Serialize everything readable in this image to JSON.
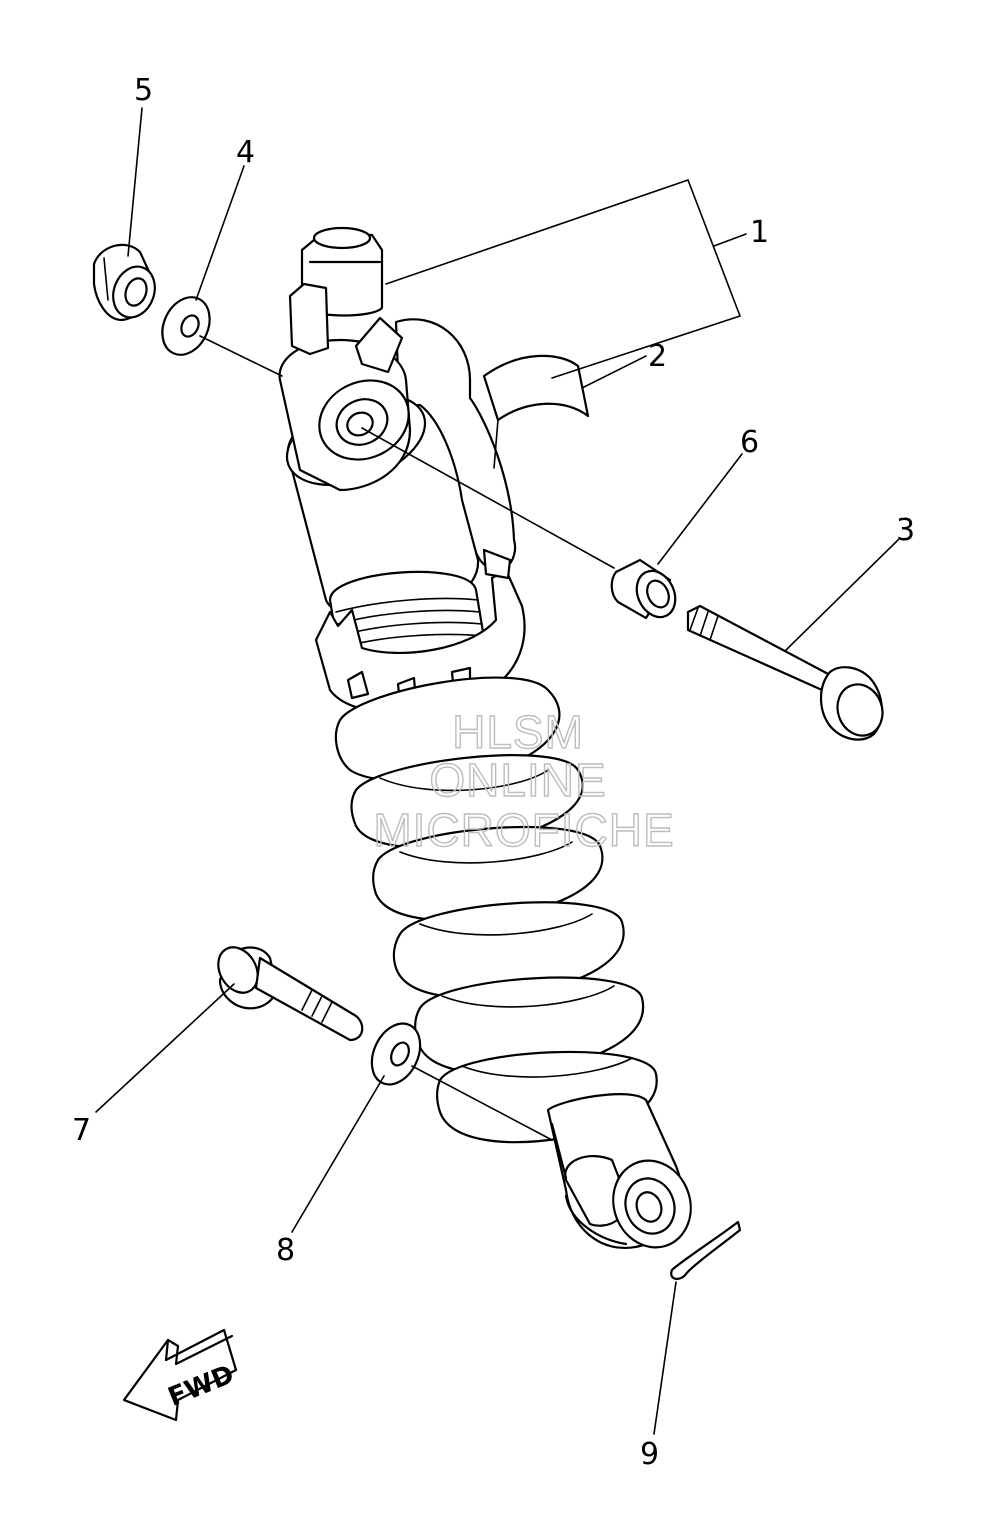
{
  "callouts": [
    {
      "id": "1",
      "text": "1"
    },
    {
      "id": "2",
      "text": "2"
    },
    {
      "id": "3",
      "text": "3"
    },
    {
      "id": "4",
      "text": "4"
    },
    {
      "id": "5",
      "text": "5"
    },
    {
      "id": "6",
      "text": "6"
    },
    {
      "id": "7",
      "text": "7"
    },
    {
      "id": "8",
      "text": "8"
    },
    {
      "id": "9",
      "text": "9"
    }
  ],
  "watermark": {
    "line1": "HLSM",
    "line2": "ONLINE",
    "line3": "MICROFICHE"
  },
  "direction_arrow": {
    "label": "FWD"
  },
  "colors": {
    "line": "#000000",
    "background": "#ffffff",
    "watermark": "#bdbdbd"
  }
}
